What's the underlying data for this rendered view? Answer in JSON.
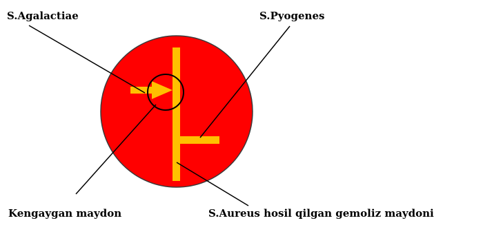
{
  "labels": {
    "s_agalactiae": "S.Agalactiae",
    "s_pyogenes": "S.Pyogenes",
    "kengaygan_maydon": "Kengaygan maydon",
    "s_aureus_zone": "S.Aureus hosil qilgan gemoliz maydoni"
  },
  "colors": {
    "plate_fill": "#ff0000",
    "plate_stroke": "#3a3a3a",
    "streak": "#ffc000",
    "pointer_lines": "#000000",
    "highlight_circle": "#000000"
  }
}
